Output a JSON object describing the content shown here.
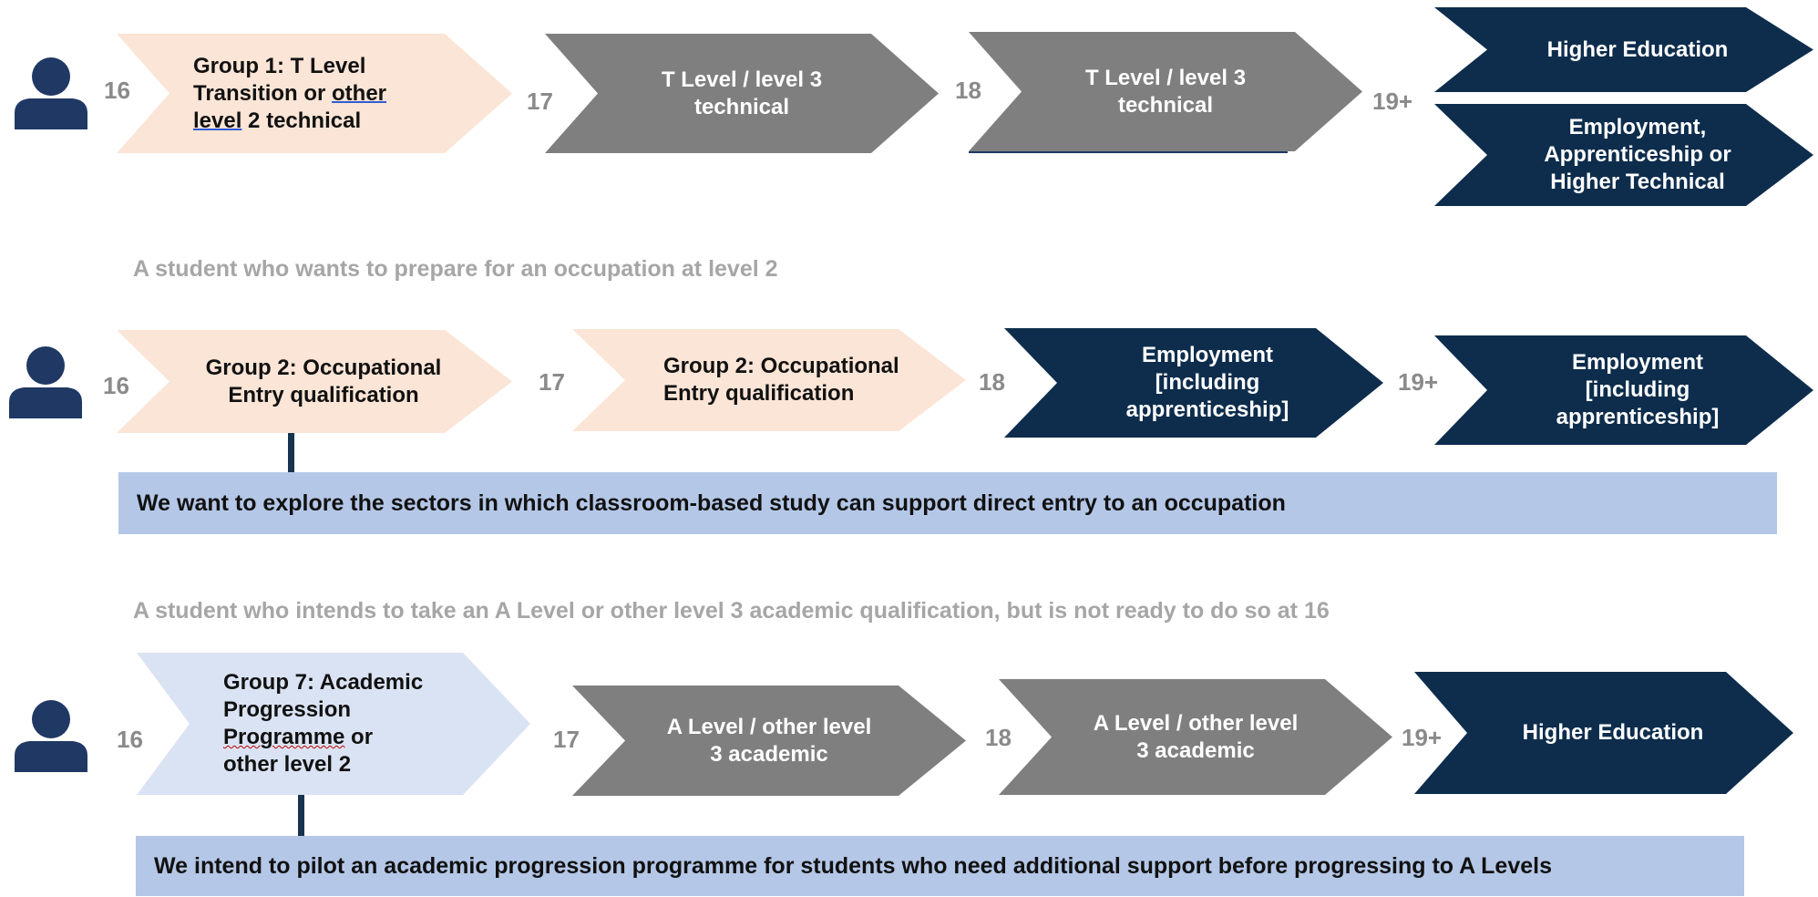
{
  "colors": {
    "peach": "#fbe5d6",
    "grey": "#7f7f7f",
    "navy": "#0e2d4d",
    "light_blue": "#dae3f3",
    "note_blue": "#b4c7e7",
    "age_grey": "#8a8a8a",
    "caption_grey": "#a6a6a6",
    "person_icon": "#1f3864"
  },
  "icons": [
    "person-icon"
  ],
  "rows": [
    {
      "ages": [
        "16",
        "17",
        "18",
        "19+"
      ],
      "steps": {
        "s1_lines": [
          "Group 1: T Level",
          "Transition or other",
          "level 2 technical"
        ],
        "s2": [
          "T Level / level 3",
          "technical"
        ],
        "s3": [
          "T Level / level 3",
          "technical"
        ],
        "s4a": "Higher Education",
        "s4b": [
          "Employment,",
          "Apprenticeship or",
          "Higher Technical"
        ]
      }
    },
    {
      "caption": "A student who wants to prepare for an occupation at level 2",
      "ages": [
        "16",
        "17",
        "18",
        "19+"
      ],
      "steps": {
        "s1": [
          "Group 2: Occupational",
          "Entry qualification"
        ],
        "s2": [
          "Group 2: Occupational",
          "Entry qualification"
        ],
        "s3": [
          "Employment",
          "[including",
          "apprenticeship]"
        ],
        "s4": [
          "Employment",
          "[including",
          "apprenticeship]"
        ]
      },
      "note": "We want to explore the sectors in which classroom-based study can support direct entry to an occupation"
    },
    {
      "caption": "A student who intends to take an A Level or other level 3 academic qualification, but is not ready to do so at 16",
      "ages": [
        "16",
        "17",
        "18",
        "19+"
      ],
      "steps": {
        "s1": [
          "Group 7: Academic",
          "Progression",
          "Programme or",
          "other level 2"
        ],
        "s2": [
          "A Level / other level",
          "3 academic"
        ],
        "s3": [
          "A Level / other level",
          "3 academic"
        ],
        "s4": "Higher Education"
      },
      "note": "We intend to pilot an academic progression programme for students who need additional support before progressing to A Levels"
    }
  ]
}
